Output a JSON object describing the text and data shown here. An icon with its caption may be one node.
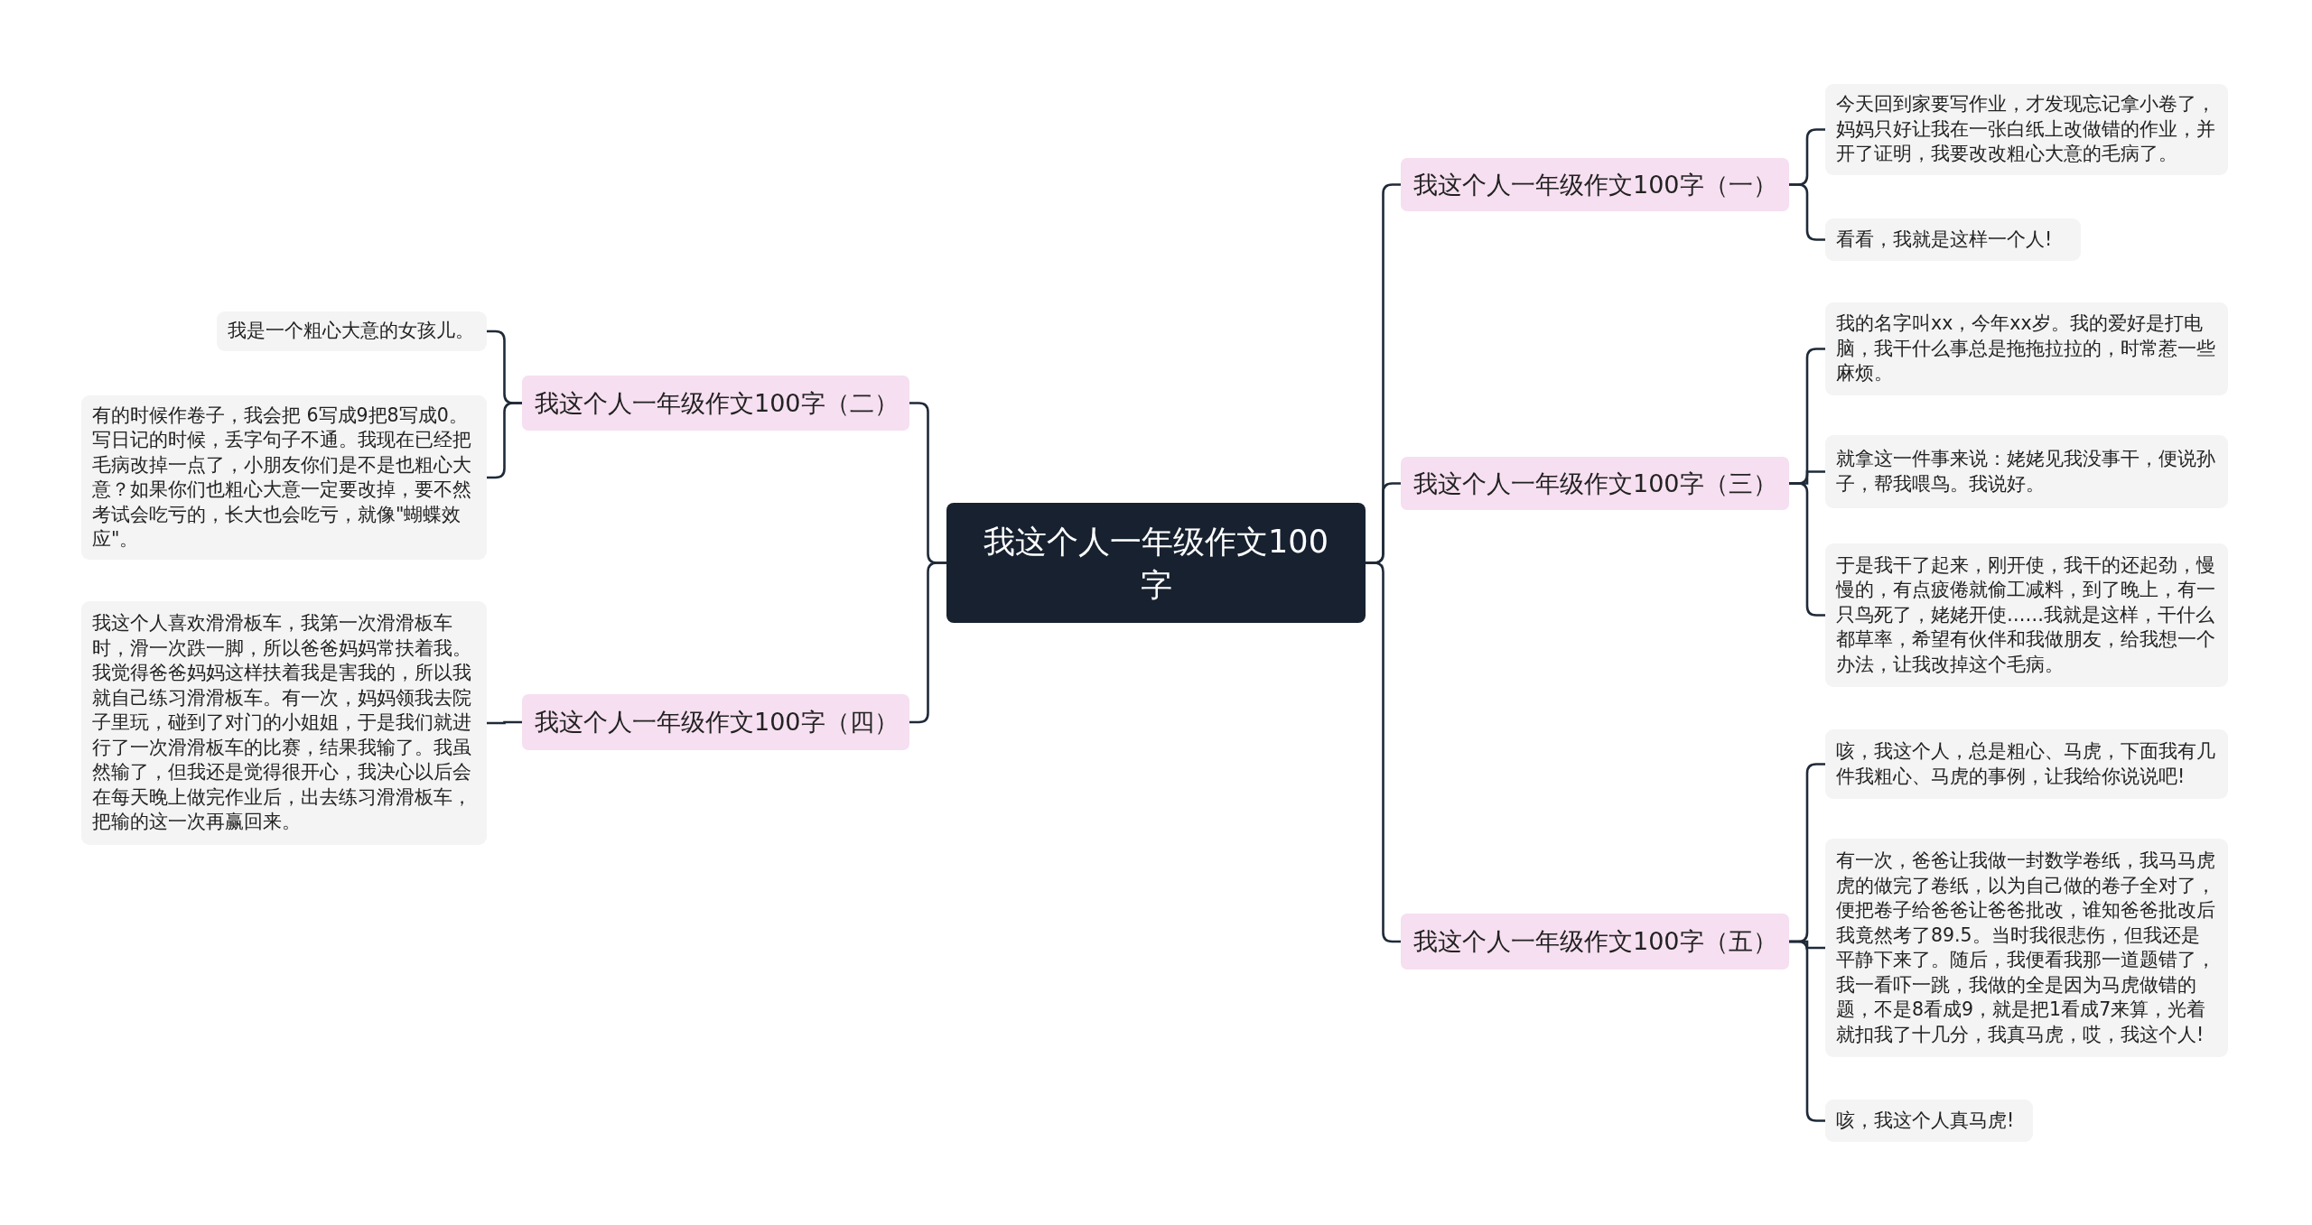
{
  "diagram": {
    "nodes": [
      {
        "text": [
          "我这个人一年级作文100字"
        ]
      },
      {
        "text": [
          "我这个人一年级作文100字（一）"
        ]
      },
      {
        "text": [
          "今天回到家要写作业，才发现忘记拿小卷了，妈妈只好让我在一张白纸上改做错的作业，并开了证明，我要改改粗心大意的毛病了。"
        ]
      },
      {
        "text": [
          "看看，我就是这样一个人!"
        ]
      },
      {
        "text": [
          "我这个人一年级作文100字（二）"
        ]
      },
      {
        "text": [
          "我是一个粗心大意的女孩儿。"
        ]
      },
      {
        "text": [
          "有的时候作卷子，我会把 6写成9把8写成0。写日记的时候，丢字句子不通。我现在已经把毛病改掉一点了，小朋友你们是不是也粗心大意？如果你们也粗心大意一定要改掉，要不然考试会吃亏的，长大也会吃亏，就像\"蝴蝶效应\"。"
        ]
      },
      {
        "text": [
          "我这个人一年级作文100字（三）"
        ]
      },
      {
        "text": [
          "我的名字叫xx，今年xx岁。我的爱好是打电脑，我干什么事总是拖拖拉拉的，时常惹一些麻烦。"
        ]
      },
      {
        "text": [
          "就拿这一件事来说：姥姥见我没事干，便说孙子，帮我喂鸟。我说好。"
        ]
      },
      {
        "text": [
          "于是我干了起来，刚开使，我干的还起劲，慢慢的，有点疲倦就偷工减料，到了晚上，有一只鸟死了，姥姥开使……我就是这样，干什么都草率，希望有伙伴和我做朋友，给我想一个办法，让我改掉这个毛病。"
        ]
      },
      {
        "text": [
          "我这个人一年级作文100字（四）"
        ]
      },
      {
        "text": [
          "我这个人喜欢滑滑板车，我第一次滑滑板车时，滑一次跌一脚，所以爸爸妈妈常扶着我。我觉得爸爸妈妈这样扶着我是害我的，所以我就自己练习滑滑板车。有一次，妈妈领我去院子里玩，碰到了对门的小姐姐，于是我们就进行了一次滑滑板车的比赛，结果我输了。我虽然输了，但我还是觉得很开心，我决心以后会在每天晚上做完作业后，出去练习滑滑板车，把输的这一次再赢回来。"
        ]
      },
      {
        "text": [
          "我这个人一年级作文100字（五）"
        ]
      },
      {
        "text": [
          "咳，我这个人，总是粗心、马虎，下面我有几件我粗心、马虎的事例，让我给你说说吧!"
        ]
      },
      {
        "text": [
          "有一次，爸爸让我做一封数学卷纸，我马马虎虎的做完了卷纸，以为自己做的卷子全对了，便把卷子给爸爸让爸爸批改，谁知爸爸批改后我竟然考了89.5。当时我很悲伤，但我还是平静下来了。随后，我便看我那一道题错了，我一看吓一跳，我做的全是因为马虎做错的题，不是8看成9，就是把1看成7来算，光着就扣我了十几分，我真马虎，哎，我这个人!"
        ]
      },
      {
        "text": [
          "咳，我这个人真马虎!"
        ]
      }
    ],
    "edges": [
      {
        "from": 0,
        "to": 1,
        "arrow": "none"
      },
      {
        "from": 1,
        "to": 2,
        "arrow": "none"
      },
      {
        "from": 1,
        "to": 3,
        "arrow": "none"
      },
      {
        "from": 0,
        "to": 4,
        "arrow": "none"
      },
      {
        "from": 4,
        "to": 5,
        "arrow": "none"
      },
      {
        "from": 4,
        "to": 6,
        "arrow": "none"
      },
      {
        "from": 0,
        "to": 7,
        "arrow": "none"
      },
      {
        "from": 7,
        "to": 8,
        "arrow": "none"
      },
      {
        "from": 7,
        "to": 9,
        "arrow": "none"
      },
      {
        "from": 7,
        "to": 10,
        "arrow": "none"
      },
      {
        "from": 0,
        "to": 11,
        "arrow": "none"
      },
      {
        "from": 11,
        "to": 12,
        "arrow": "none"
      },
      {
        "from": 0,
        "to": 13,
        "arrow": "none"
      },
      {
        "from": 13,
        "to": 14,
        "arrow": "none"
      },
      {
        "from": 13,
        "to": 15,
        "arrow": "none"
      },
      {
        "from": 13,
        "to": 16,
        "arrow": "none"
      }
    ]
  }
}
